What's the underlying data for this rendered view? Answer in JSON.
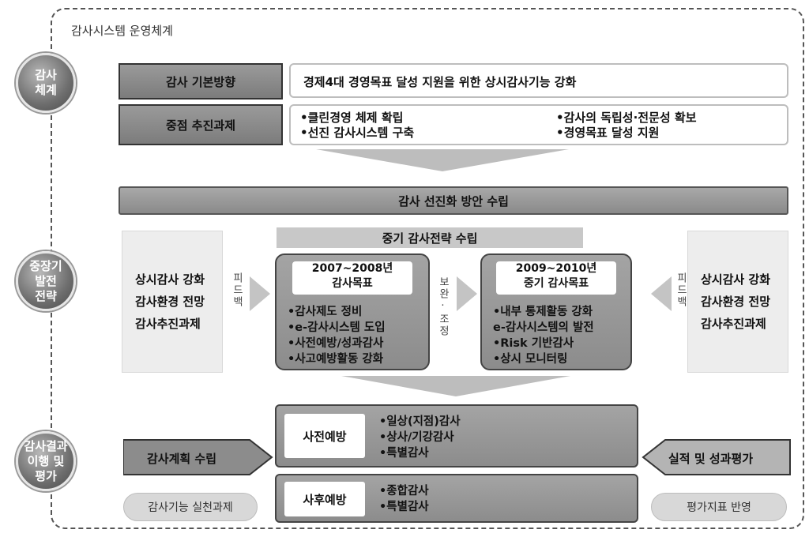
{
  "title": "감사시스템 운영체계",
  "sections": [
    {
      "label": "감사\n체계"
    },
    {
      "label": "중장기\n발전\n전략"
    },
    {
      "label": "감사결과\n이행 및\n평가"
    }
  ],
  "audit_system": {
    "basic_direction_label": "감사 기본방향",
    "basic_direction_value": "경제4대 경영목표 달성 지원을 위한 상시감사기능 강화",
    "key_tasks_label": "중점 추진과제",
    "key_tasks": [
      "•클린경영 체제 확립",
      "•선진 감사시스템 구축",
      "•감사의 독립성·전문성 확보",
      "•경영목표 달성 지원"
    ]
  },
  "advancement_bar": "감사 선진화 방안 수립",
  "midterm_strategy_bar": "중기 감사전략 수립",
  "left_side_items": [
    "상시감사 강화",
    "감사환경 전망",
    "감사추진과제"
  ],
  "right_side_items": [
    "상시감사 강화",
    "감사환경 전망",
    "감사추진과제"
  ],
  "feedback_label": "피드백",
  "supplement_label": "보완·조정",
  "period1": {
    "year": "2007~2008년",
    "title": "감사목표",
    "items": [
      "•감사제도 정비",
      "•e-감사시스템 도입",
      "•사전예방/성과감사",
      "•사고예방활동 강화"
    ]
  },
  "period2": {
    "year": "2009~2010년",
    "title": "중기 감사목표",
    "items": [
      "•내부 통제활동 강화",
      "e-감사시스템의 발전",
      "•Risk 기반감사",
      "•상시 모니터링"
    ]
  },
  "plan_label": "감사계획 수립",
  "plan_sub": "감사기능 실천과제",
  "eval_label": "실적 및 성과평가",
  "eval_sub": "평가지표 반영",
  "prevention": {
    "label": "사전예방",
    "items": [
      "•일상(지점)감사",
      "•상사/기강감사",
      "•특별감사"
    ]
  },
  "post": {
    "label": "사후예방",
    "items": [
      "•종합감사",
      "•특별감사"
    ]
  }
}
